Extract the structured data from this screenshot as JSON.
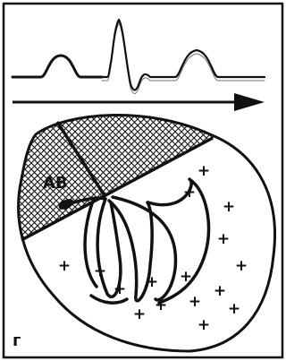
{
  "av_label": "AB",
  "panel_letter": "г",
  "plus_sign": "+",
  "plus_count": 16
}
